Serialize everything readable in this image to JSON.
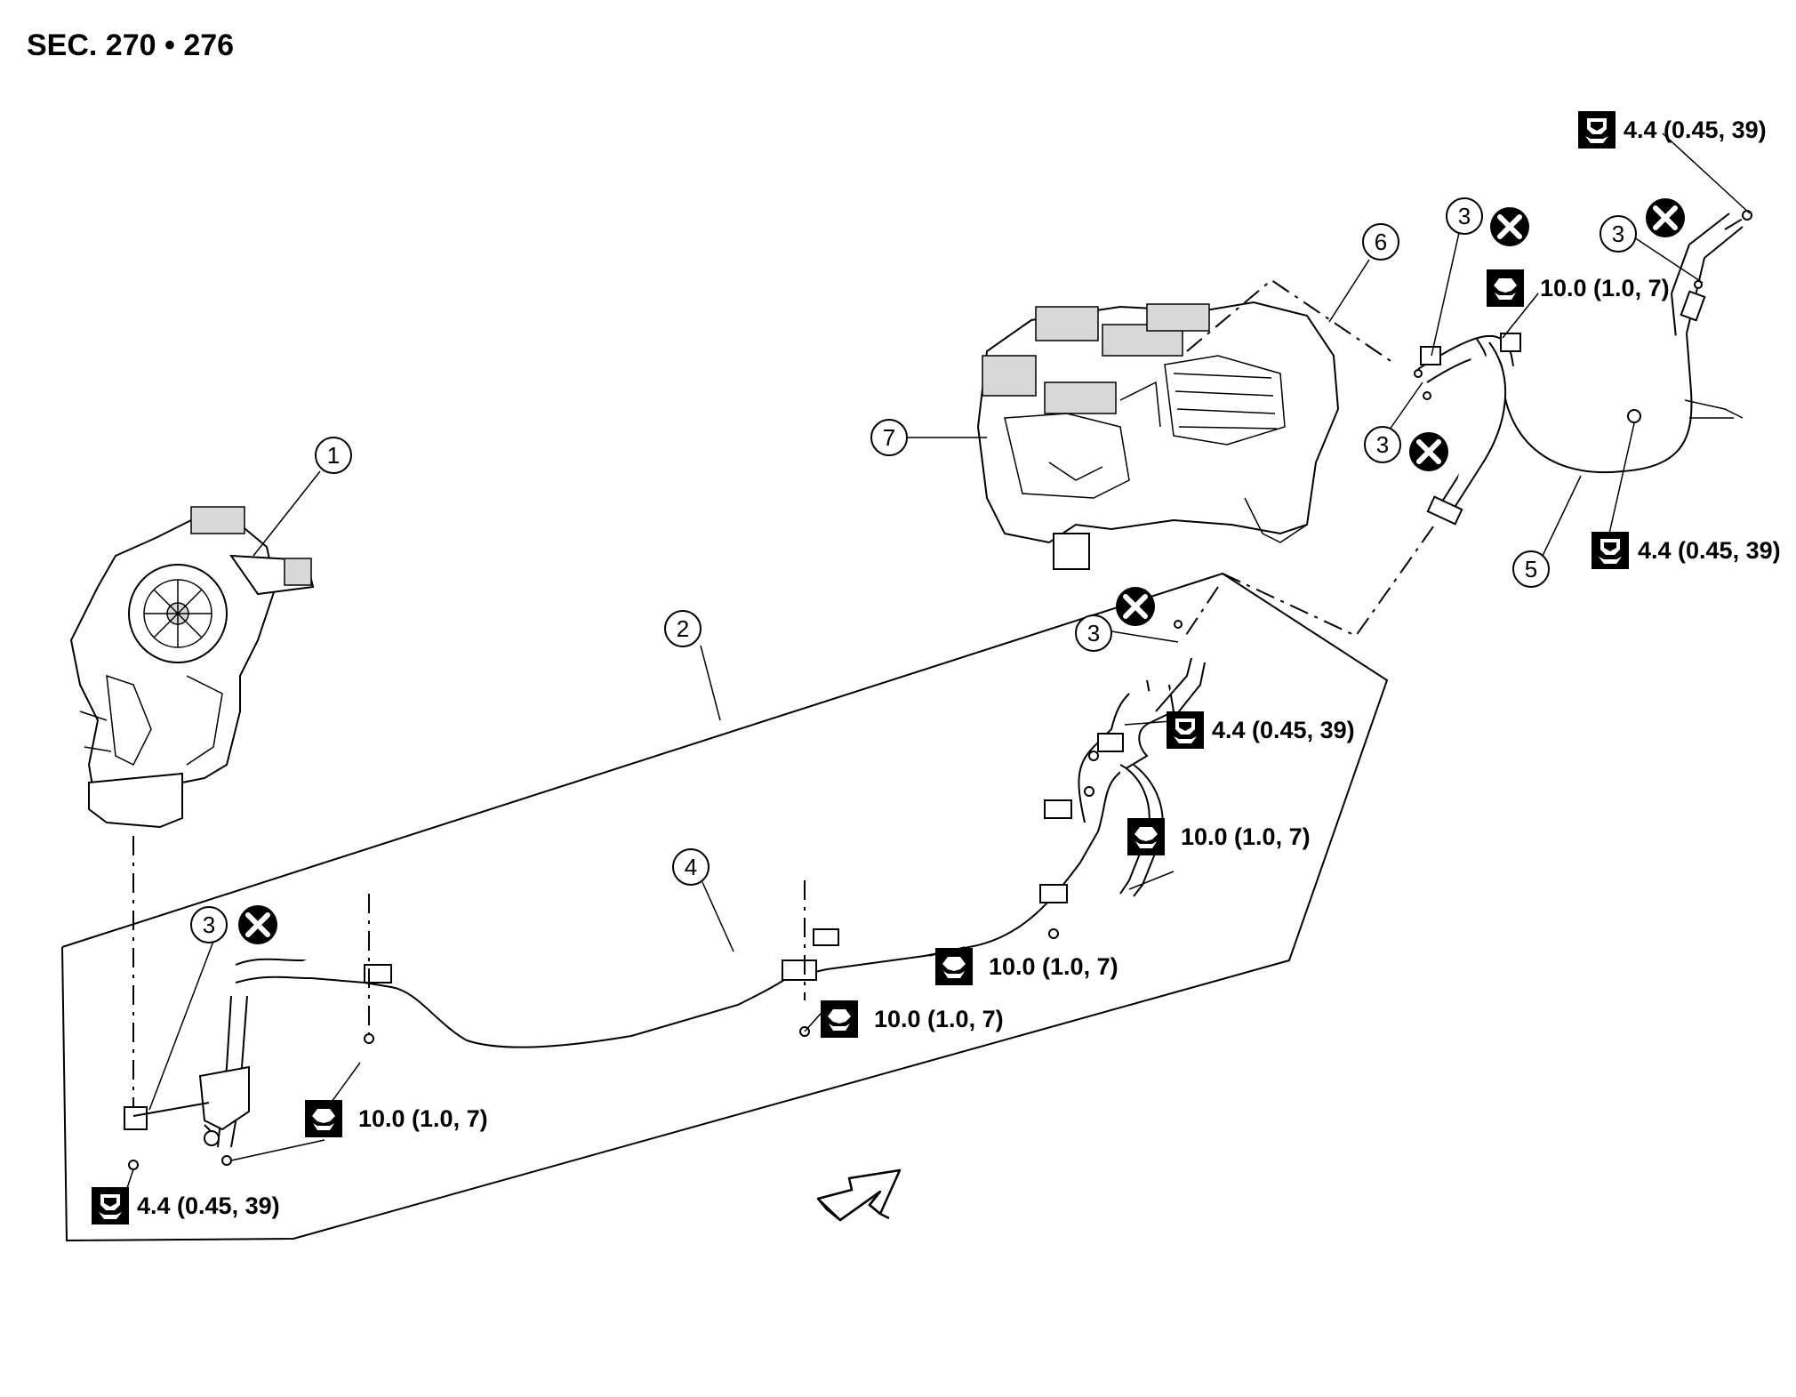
{
  "section_title": "SEC. 270 • 276",
  "callouts": {
    "c1": "1",
    "c2": "2",
    "c3a": "3",
    "c3b": "3",
    "c3c": "3",
    "c3d": "3",
    "c3e": "3",
    "c4": "4",
    "c5": "5",
    "c6": "6",
    "c7": "7"
  },
  "torques": {
    "t_top_right": "4.4 (0.45, 39)",
    "t_right_10a": "10.0 (1.0, 7)",
    "t_right_44b": "4.4 (0.45, 39)",
    "t_mid_44": "4.4 (0.45, 39)",
    "t_mid_10": "10.0 (1.0, 7)",
    "t_center_10a": "10.0 (1.0, 7)",
    "t_center_10b": "10.0 (1.0, 7)",
    "t_left_10": "10.0 (1.0, 7)",
    "t_left_44": "4.4 (0.45, 39)"
  },
  "symbols": {
    "torque_icon": "wrench-bolt-icon",
    "replace_icon": "do-not-reuse-x-icon",
    "direction_icon": "front-direction-arrow-icon"
  }
}
